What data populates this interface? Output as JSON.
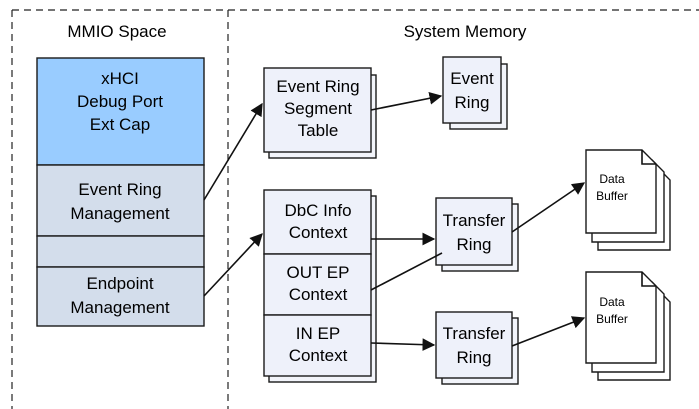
{
  "sections": {
    "mmio_title": "MMIO Space",
    "system_title": "System Memory"
  },
  "mmio": {
    "cap_lines": [
      "xHCI",
      "Debug Port",
      "Ext Cap"
    ],
    "event_mgmt_lines": [
      "Event Ring",
      "Management"
    ],
    "endpoint_mgmt_lines": [
      "Endpoint",
      "Management"
    ]
  },
  "memory": {
    "erst_lines": [
      "Event Ring",
      "Segment",
      "Table"
    ],
    "event_ring_lines": [
      "Event",
      "Ring"
    ],
    "dbc_info_lines": [
      "DbC Info",
      "Context"
    ],
    "out_ep_lines": [
      "OUT EP",
      "Context"
    ],
    "in_ep_lines": [
      "IN EP",
      "Context"
    ],
    "transfer_ring_lines": [
      "Transfer",
      "Ring"
    ],
    "data_buffer_lines": [
      "Data",
      "Buffer"
    ]
  },
  "colors": {
    "cap_fill": "#99CCFF",
    "section_fill": "#D3DDEB",
    "memory_fill": "#EEF1FA",
    "stack_shadow": "#F2F4FA",
    "doc_fill": "#FFFFFF"
  }
}
